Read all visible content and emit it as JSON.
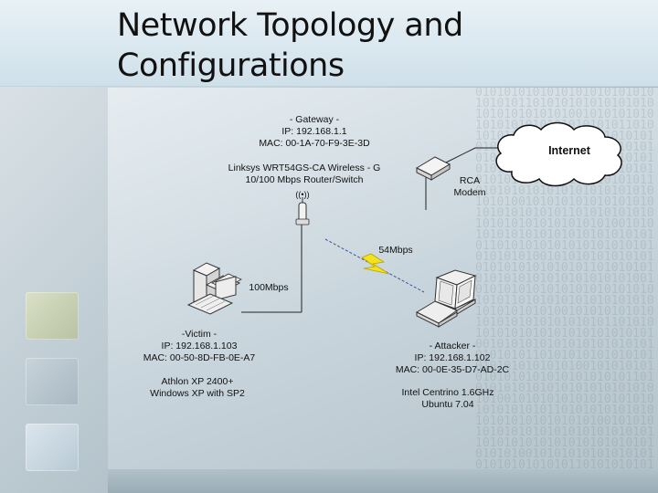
{
  "slide": {
    "title": "Network Topology and Configurations"
  },
  "diagram": {
    "gateway": {
      "role": "- Gateway -",
      "ip": "IP: 192.168.1.1",
      "mac": "MAC: 00-1A-70-F9-3E-3D",
      "model_line1": "Linksys WRT54GS-CA Wireless - G",
      "model_line2": "10/100 Mbps Router/Switch",
      "wireless_symbol": "((•))"
    },
    "modem": {
      "line1": "RCA",
      "line2": "Modem"
    },
    "internet": {
      "label": "Internet"
    },
    "links": {
      "wireless_speed": "54Mbps",
      "wired_speed": "100Mbps"
    },
    "victim": {
      "role": "-Victim -",
      "ip": "IP: 192.168.1.103",
      "mac": "MAC: 00-50-8D-FB-0E-A7",
      "cpu": "Athlon XP 2400+",
      "os": "Windows XP with SP2"
    },
    "attacker": {
      "role": "- Attacker -",
      "ip": "IP: 192.168.1.102",
      "mac": "MAC: 00-0E-35-D7-AD-2C",
      "cpu": "Intel Centrino 1.6GHz",
      "os": "Ubuntu 7.04"
    },
    "icons": {
      "router": "router-icon",
      "modem": "modem-icon",
      "cloud": "cloud-icon",
      "desktop": "desktop-computer-icon",
      "laptop": "laptop-icon",
      "lightning": "lightning-bolt-icon"
    }
  }
}
